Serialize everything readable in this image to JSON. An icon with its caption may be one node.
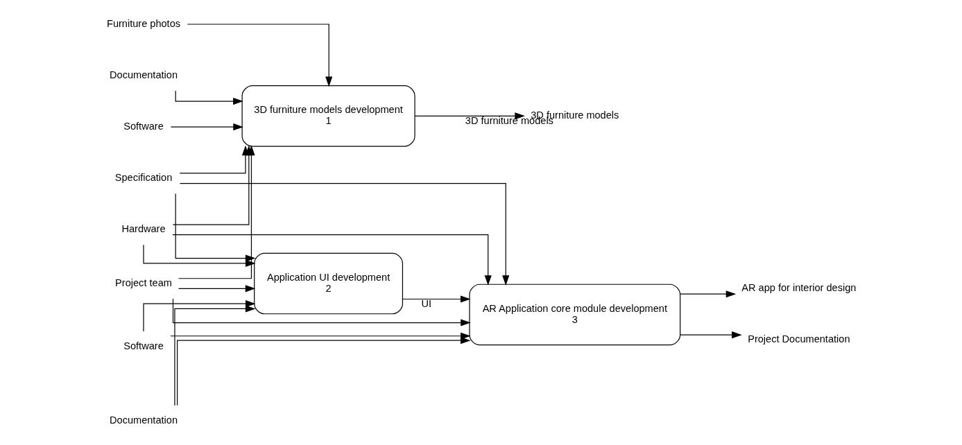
{
  "diagram": {
    "nodes": [
      {
        "text": [
          "Furniture photos"
        ]
      },
      {
        "text": [
          "Documentation"
        ]
      },
      {
        "text": [
          "Documentation"
        ]
      },
      {
        "text": [
          "3D furniture models development",
          "1"
        ]
      },
      {
        "text": [
          "3D furniture models"
        ]
      },
      {
        "text": [
          "Application UI development",
          "2"
        ]
      },
      {
        "text": [
          "Specification"
        ]
      },
      {
        "text": [
          "AR Application core module development",
          "3"
        ]
      },
      {
        "text": [
          "AR app for interior design"
        ]
      },
      {
        "text": [
          "Project Documentation"
        ]
      },
      {
        "text": [
          "Software"
        ]
      },
      {
        "text": [
          "Hardware"
        ]
      },
      {
        "text": [
          "Project team"
        ]
      },
      {
        "text": [
          "Software"
        ]
      }
    ],
    "edges": [
      {
        "from": 0,
        "to": 3,
        "arrow": "to"
      },
      {
        "from": 1,
        "to": 3,
        "arrow": "to"
      },
      {
        "from": 2,
        "to": 5,
        "arrow": "to"
      },
      {
        "from": 2,
        "to": 7,
        "arrow": "to"
      },
      {
        "from": 6,
        "to": 3,
        "arrow": "to"
      },
      {
        "from": 6,
        "to": 5,
        "arrow": "to"
      },
      {
        "from": 6,
        "to": 7,
        "arrow": "to"
      },
      {
        "from": 3,
        "to": 4,
        "arrow": "to",
        "label": "3D furniture models"
      },
      {
        "from": 5,
        "to": 7,
        "arrow": "to",
        "label": "UI"
      },
      {
        "from": 7,
        "to": 8,
        "arrow": "to"
      },
      {
        "from": 7,
        "to": 9,
        "arrow": "to"
      },
      {
        "from": 10,
        "to": 3,
        "arrow": "to"
      },
      {
        "from": 11,
        "to": 3,
        "arrow": "to"
      },
      {
        "from": 11,
        "to": 5,
        "arrow": "to"
      },
      {
        "from": 11,
        "to": 7,
        "arrow": "to"
      },
      {
        "from": 12,
        "to": 3,
        "arrow": "to"
      },
      {
        "from": 12,
        "to": 5,
        "arrow": "to"
      },
      {
        "from": 12,
        "to": 7,
        "arrow": "to"
      },
      {
        "from": 13,
        "to": 5,
        "arrow": "to"
      },
      {
        "from": 13,
        "to": 7,
        "arrow": "to"
      }
    ]
  }
}
